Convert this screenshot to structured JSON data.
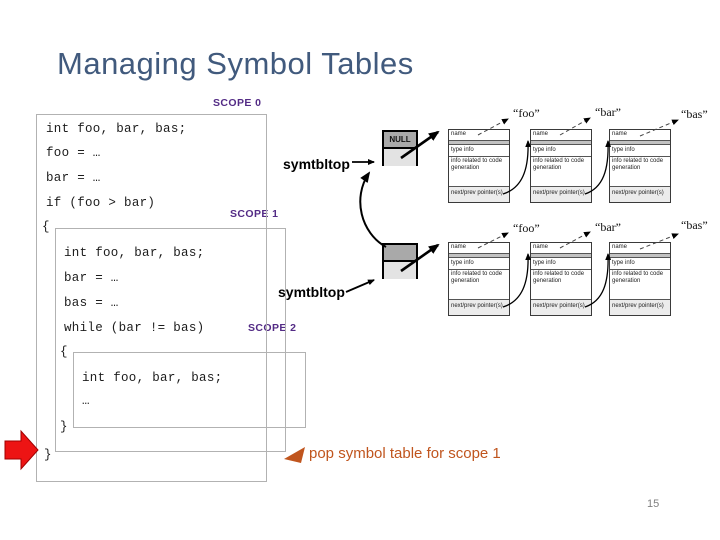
{
  "title": "Managing Symbol Tables",
  "page_number": "15",
  "scope0": {
    "label": "SCOPE 0",
    "lines": [
      "int foo, bar, bas;",
      "foo = …",
      "bar = …",
      "if (foo > bar)",
      "{"
    ],
    "close": "}"
  },
  "scope1": {
    "label": "SCOPE 1",
    "lines": [
      "int foo, bar, bas;",
      "bar = …",
      "bas = …",
      "while (bar != bas)",
      "{"
    ],
    "close": "}"
  },
  "scope2": {
    "label": "SCOPE 2",
    "lines": [
      "int foo, bar, bas;",
      "…"
    ]
  },
  "symtbl": {
    "top_pointer_label": "symtbltop",
    "bottom_pointer_label": "symtbltop",
    "null_label": "NULL",
    "record_rows": [
      "name",
      "type info",
      "info related to code generation",
      "next/prev pointer(s)"
    ],
    "row1_names": [
      "“foo”",
      "“bar”",
      "“bas”"
    ],
    "row2_names": [
      "“foo”",
      "“bar”",
      "“bas”"
    ]
  },
  "pop_note": "pop symbol table for scope 1",
  "colors": {
    "title": "#415a7d",
    "scope_label": "#532b85",
    "pop_note": "#c0551e",
    "block_arrow_red": "#ed1414"
  }
}
